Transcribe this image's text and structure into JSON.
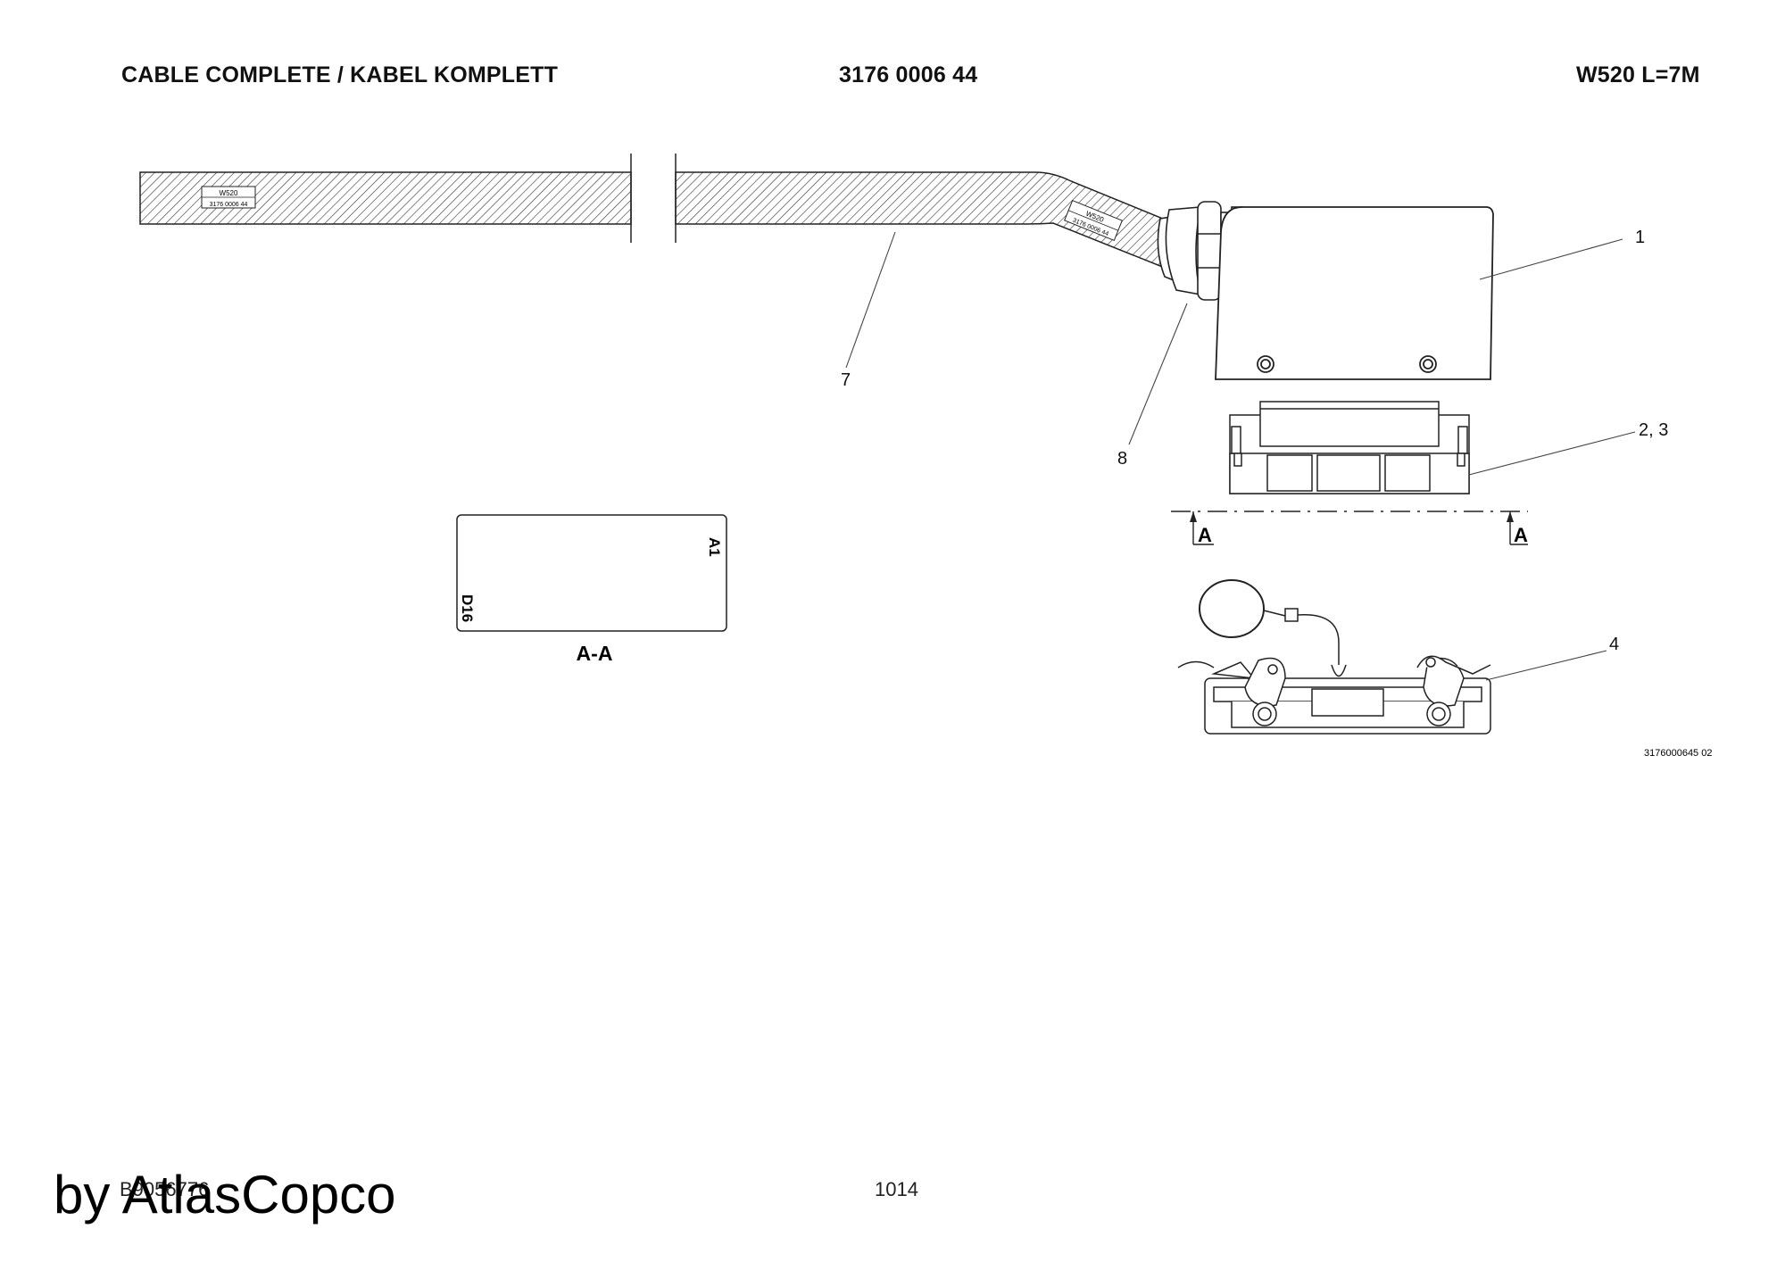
{
  "header": {
    "title": "CABLE COMPLETE / KABEL KOMPLETT",
    "part_number": "3176 0006 44",
    "designation": "W520 L=7M"
  },
  "cable_labels": {
    "left": [
      "W520",
      "3176 0006 44"
    ],
    "right": [
      "W520",
      "3176 0006 44"
    ]
  },
  "callouts": {
    "c1": "1",
    "c23": "2, 3",
    "c4": "4",
    "c7": "7",
    "c8": "8"
  },
  "section_marks": {
    "left": "A",
    "right": "A"
  },
  "section_view": {
    "top_right": "A1",
    "bottom_left": "D16",
    "caption": "A-A"
  },
  "drawing_id": "3176000645 02",
  "footer": {
    "code": "B9056776",
    "page": "1014",
    "watermark": "by AtlasCopco"
  }
}
